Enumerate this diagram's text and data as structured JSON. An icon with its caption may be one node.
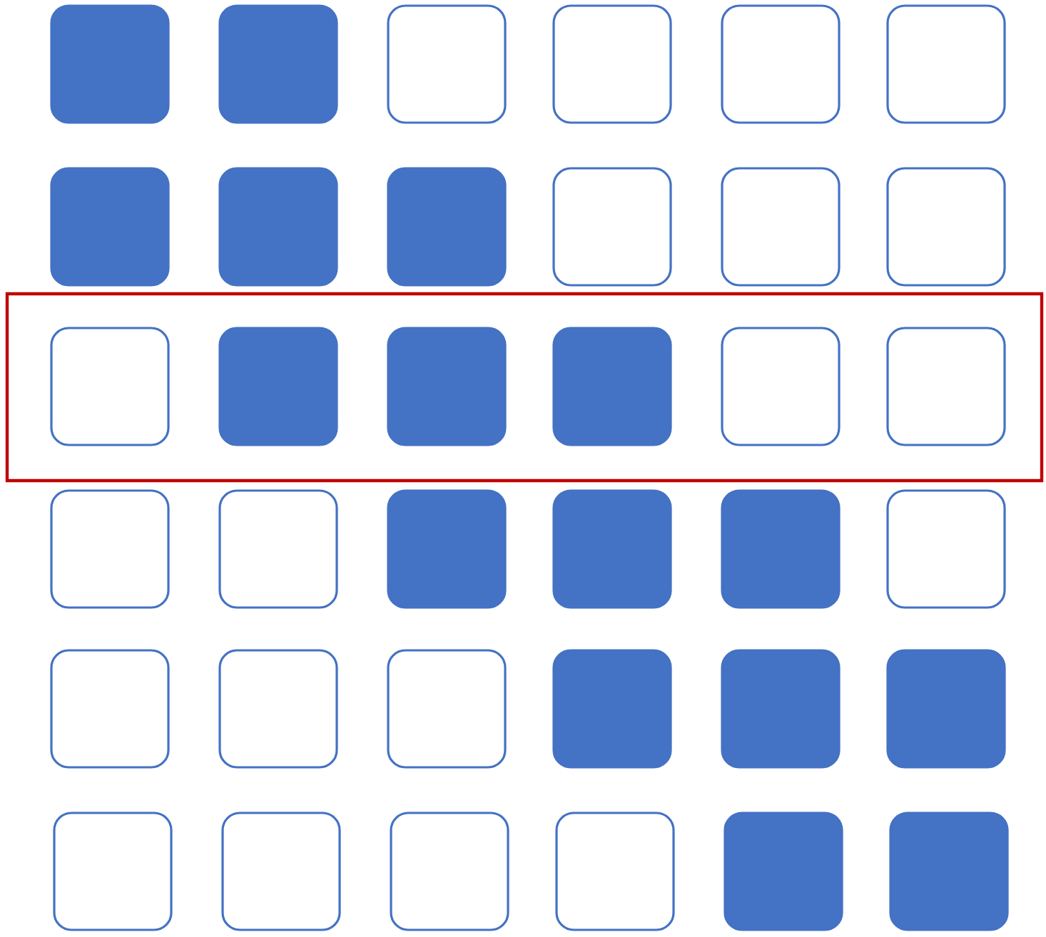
{
  "diagram": {
    "nodes": [
      {
        "text": [],
        "shape": "box"
      },
      {
        "text": [],
        "shape": "box"
      },
      {
        "text": [],
        "shape": "box"
      },
      {
        "text": [],
        "shape": "box"
      },
      {
        "text": [],
        "shape": "box"
      },
      {
        "text": [],
        "shape": "box"
      },
      {
        "text": [],
        "shape": "box"
      },
      {
        "text": [],
        "shape": "box"
      },
      {
        "text": [],
        "shape": "box"
      },
      {
        "text": [],
        "shape": "box"
      },
      {
        "text": [],
        "shape": "box"
      },
      {
        "text": [],
        "shape": "box"
      },
      {
        "text": [],
        "shape": "box"
      },
      {
        "text": [],
        "shape": "box",
        "in": 12
      },
      {
        "text": [],
        "shape": "box",
        "in": 12
      },
      {
        "text": [],
        "shape": "box",
        "in": 12
      },
      {
        "text": [],
        "shape": "box",
        "in": 12
      },
      {
        "text": [],
        "shape": "box",
        "in": 12
      },
      {
        "text": [],
        "shape": "box",
        "in": 12
      },
      {
        "text": [],
        "shape": "box"
      },
      {
        "text": [],
        "shape": "box"
      },
      {
        "text": [],
        "shape": "box"
      },
      {
        "text": [],
        "shape": "box"
      },
      {
        "text": [],
        "shape": "box"
      },
      {
        "text": [],
        "shape": "box"
      },
      {
        "text": [],
        "shape": "box"
      },
      {
        "text": [],
        "shape": "box"
      },
      {
        "text": [],
        "shape": "box"
      },
      {
        "text": [],
        "shape": "box"
      },
      {
        "text": [],
        "shape": "box"
      },
      {
        "text": [],
        "shape": "box"
      },
      {
        "text": [],
        "shape": "box"
      },
      {
        "text": [],
        "shape": "box"
      },
      {
        "text": [],
        "shape": "box"
      },
      {
        "text": [],
        "shape": "box"
      },
      {
        "text": [],
        "shape": "box"
      },
      {
        "text": [],
        "shape": "box"
      }
    ]
  }
}
